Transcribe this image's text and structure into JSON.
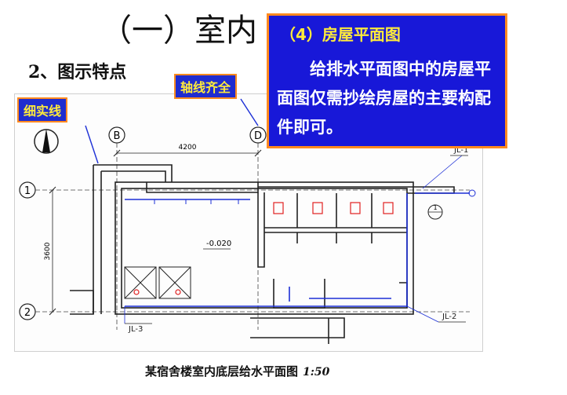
{
  "slide": {
    "title": "（一）室内",
    "subtitle": "2、图示特点"
  },
  "callouts": {
    "thin_line": "细实线",
    "axis_aligned": "轴线齐全"
  },
  "popup": {
    "title": "（4）房屋平面图",
    "body": "给排水平面图中的房屋平面图仅需抄绘房屋的主要构配件即可。"
  },
  "drawing": {
    "axis_b": "B",
    "axis_d": "D",
    "axis_1": "1",
    "axis_2": "2",
    "dim_horizontal": "4200",
    "dim_vertical": "3600",
    "elevation": "-0.020",
    "pipe_jl1": "JL-1",
    "pipe_jl2": "JL-2",
    "pipe_jl3": "JL-3",
    "section_mark": "1",
    "colors": {
      "pipe": "#1c2fd6",
      "fixture": "#e02020",
      "line": "#222222"
    }
  },
  "caption": {
    "text": "某宿舍楼室内底层给水平面图",
    "scale": "1:50"
  }
}
